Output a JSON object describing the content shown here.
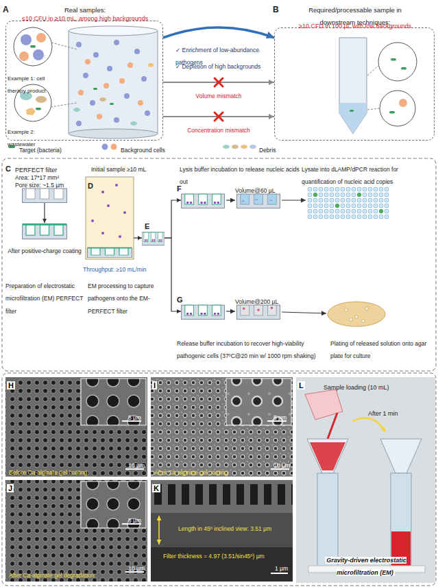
{
  "diagram": {
    "nodes": [
      {
        "text": [
          "A",
          "Real samples:",
          "≤10 CFU in ≥10 mL, among high backgrounds",
          "Example 1: cell therapy product",
          "Example 2: wastewater"
        ]
      },
      {
        "text": [
          "B",
          "Required/processable sample in downstream techniques:",
          "≥10 CFU in 100 µL with low backgrounds"
        ]
      },
      {
        "text": [
          "PERFECT filter",
          "Area: 17*17 mm²",
          "Pore size: ~1.5 µm"
        ]
      },
      {
        "text": [
          "After positive-charge coating"
        ]
      },
      {
        "text": [
          "Initial sample ≥10 mL",
          "Throughput: ≥10 mL/min"
        ]
      },
      {
        "text": [
          "E"
        ]
      },
      {
        "text": [
          "F"
        ]
      },
      {
        "text": [
          "G"
        ]
      },
      {
        "text": [
          "H",
          "10 µm",
          "Before Ca-alginate gel coating"
        ]
      },
      {
        "text": [
          "5 µm"
        ],
        "in": 8
      },
      {
        "text": [
          "I",
          "10 µm",
          "After Ca-alginate gel coating"
        ]
      },
      {
        "text": [
          "5 µm"
        ],
        "in": 10
      },
      {
        "text": [
          "J",
          "10 µm",
          "After Ca-alginate gel degradation"
        ]
      },
      {
        "text": [
          "5 µm"
        ],
        "in": 12
      },
      {
        "text": [
          "K",
          "Length in 45º inclined view: 3.51 µm",
          "Filter thickness = 4.97 (3.51/sin45º) µm",
          "1 µm"
        ]
      },
      {
        "text": [
          "L",
          "Sample loading (10 mL)",
          "After 1 min",
          "Gravity-driven electrostatic microfiltration (EM)"
        ]
      }
    ],
    "edges": [
      {
        "from": 0,
        "to": 1,
        "arrow": "to"
      },
      {
        "from": 0,
        "to": 1,
        "label": "Volume mismatch",
        "arrow": "to"
      },
      {
        "from": 0,
        "to": 1,
        "label": "Concentration mismatch",
        "arrow": "to"
      },
      {
        "from": 2,
        "to": 3,
        "arrow": "to"
      },
      {
        "from": 4,
        "to": 5,
        "arrow": "to"
      },
      {
        "from": 5,
        "to": 6,
        "arrow": "to"
      },
      {
        "from": 5,
        "to": 7,
        "arrow": "to"
      }
    ],
    "labels": [
      "✓ Enrichment of low-abundance pathogens",
      "✓ Depletion of high backgrounds",
      "C",
      "Preparation of electrostatic microfiltration (EM) PERFECT filter",
      "D",
      "EM processing to capture pathogens onto the EM-PERFECT filter",
      "Lysis buffer incubation to release nucleic acids out",
      "Volume@60 µL",
      "Lysate into dLAMP/dPCR reaction for quantification of nucleic acid copies",
      "Volume@200 µL",
      "Release buffer incubation to recover high-viability pathogenic cells (37ºC@20 min w/ 1000 rpm shaking)",
      "Plating of released solution onto agar plate for culture"
    ],
    "legend": [
      {
        "text": "Target (bacteria)"
      },
      {
        "text": "Background cells"
      },
      {
        "text": "Debris"
      }
    ]
  }
}
